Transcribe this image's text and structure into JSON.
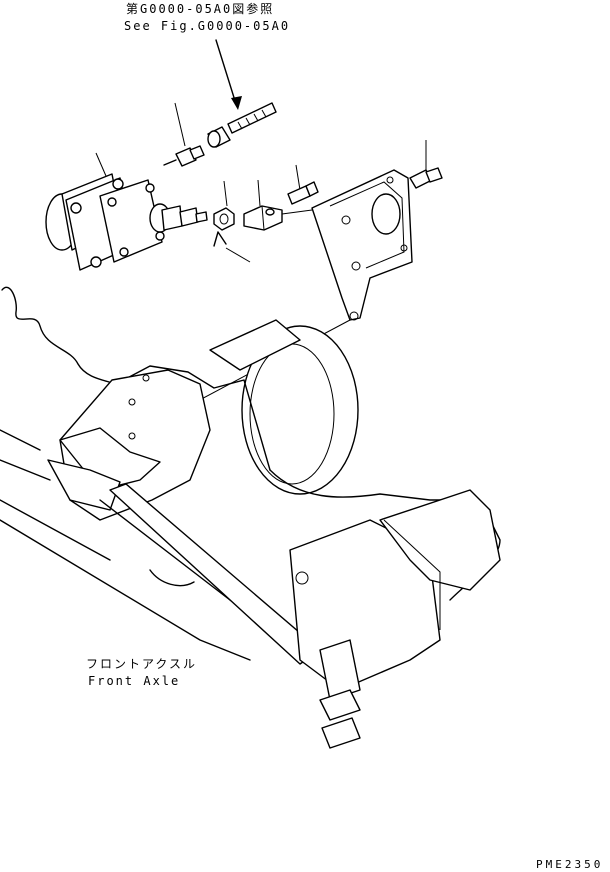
{
  "reference": {
    "jp": "第G0000-05A0図参照",
    "en": "See Fig.G0000-05A0"
  },
  "axle_label": {
    "jp": "フロントアクスル",
    "en": "Front Axle"
  },
  "page_code": "PME2350",
  "colors": {
    "line": "#000000",
    "background": "#ffffff"
  }
}
